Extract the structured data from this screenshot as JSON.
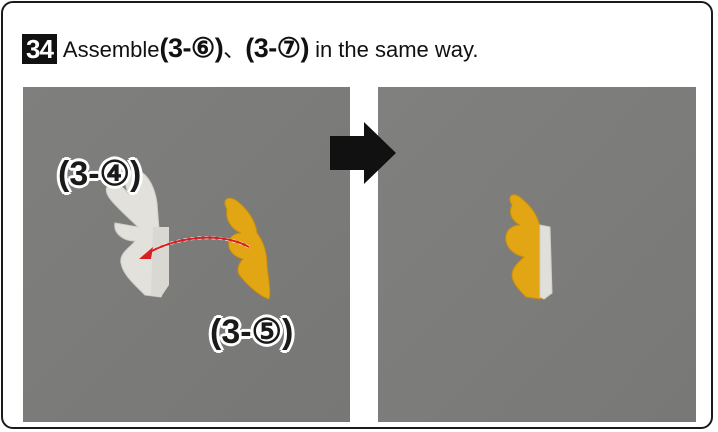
{
  "header": {
    "step_number": "34",
    "text_before": "Assemble",
    "ref_1": "(3-⑥)",
    "separator": "、",
    "ref_2": "(3-⑦)",
    "text_after": "in the same way."
  },
  "left_photo": {
    "label_top": "(3-④)",
    "label_bottom": "(3-⑤)"
  },
  "colors": {
    "background_gray": "#7d7d7b",
    "piece_white": "#e4e3de",
    "piece_yellow": "#e3a714",
    "arrow_red": "#d81e1e",
    "next_arrow": "#111111"
  },
  "icons": {
    "next_arrow": "right-arrow-icon",
    "move_arrow": "curved-red-arrow-icon"
  }
}
